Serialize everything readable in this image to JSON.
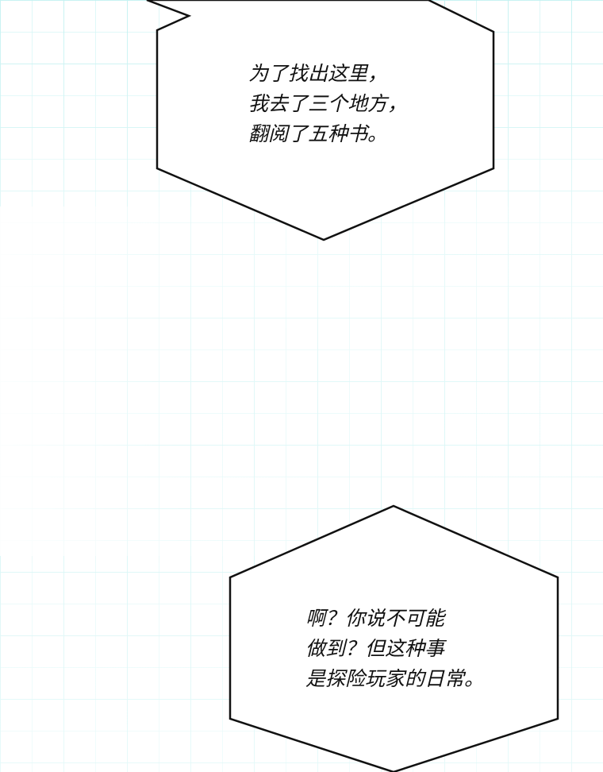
{
  "background": {
    "color": "#ffffff",
    "grid_color": "#a9ecec"
  },
  "bubbles": [
    {
      "lines": [
        "为了找出这里，",
        "我去了三个地方，",
        "翻阅了五种书。"
      ]
    },
    {
      "lines": [
        "啊？你说不可能",
        "做到？但这种事",
        "是探险玩家的日常。"
      ]
    }
  ]
}
